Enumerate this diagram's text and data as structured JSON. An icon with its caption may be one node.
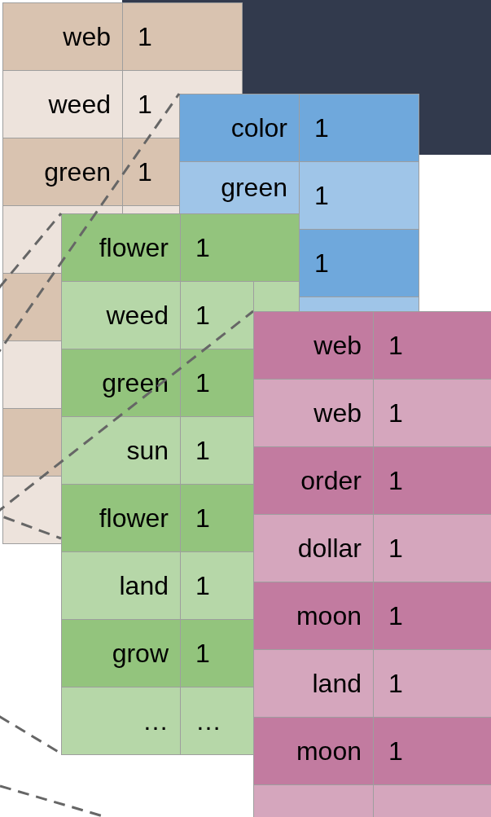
{
  "diagram": {
    "nodes": [
      {
        "text": [
          "web"
        ]
      },
      {
        "text": [
          "1"
        ]
      },
      {
        "text": [
          "weed"
        ]
      },
      {
        "text": [
          "1"
        ]
      },
      {
        "text": [
          "green"
        ]
      },
      {
        "text": [
          "1"
        ]
      },
      {
        "text": [
          "color"
        ]
      },
      {
        "text": [
          "1"
        ]
      },
      {
        "text": [
          "green"
        ]
      },
      {
        "text": [
          "1"
        ]
      },
      {
        "text": [
          "1"
        ]
      },
      {
        "text": [
          "flower"
        ]
      },
      {
        "text": [
          "1"
        ]
      },
      {
        "text": [
          "weed"
        ]
      },
      {
        "text": [
          "1"
        ]
      },
      {
        "text": [
          "green"
        ]
      },
      {
        "text": [
          "1"
        ]
      },
      {
        "text": [
          "sun"
        ]
      },
      {
        "text": [
          "1"
        ]
      },
      {
        "text": [
          "flower"
        ]
      },
      {
        "text": [
          "1"
        ]
      },
      {
        "text": [
          "land"
        ]
      },
      {
        "text": [
          "1"
        ]
      },
      {
        "text": [
          "grow"
        ]
      },
      {
        "text": [
          "1"
        ]
      },
      {
        "text": [
          "…"
        ]
      },
      {
        "text": [
          "…"
        ]
      },
      {
        "text": [
          "web"
        ]
      },
      {
        "text": [
          "1"
        ]
      },
      {
        "text": [
          "web"
        ]
      },
      {
        "text": [
          "1"
        ]
      },
      {
        "text": [
          "order"
        ]
      },
      {
        "text": [
          "1"
        ]
      },
      {
        "text": [
          "dollar"
        ]
      },
      {
        "text": [
          "1"
        ]
      },
      {
        "text": [
          "moon"
        ]
      },
      {
        "text": [
          "1"
        ]
      },
      {
        "text": [
          "land"
        ]
      },
      {
        "text": [
          "1"
        ]
      },
      {
        "text": [
          "moon"
        ]
      },
      {
        "text": [
          "1"
        ]
      }
    ],
    "edges": [
      {
        "from": null,
        "to": 6,
        "arrow": "none",
        "style": "dashed"
      },
      {
        "from": null,
        "to": 11,
        "arrow": "none",
        "style": "dashed"
      },
      {
        "from": null,
        "to": 27,
        "arrow": "none",
        "style": "dashed"
      },
      {
        "from": null,
        "to": 19,
        "arrow": "none",
        "style": "dashed"
      },
      {
        "from": null,
        "to": 25,
        "arrow": "none",
        "style": "dashed"
      }
    ]
  }
}
